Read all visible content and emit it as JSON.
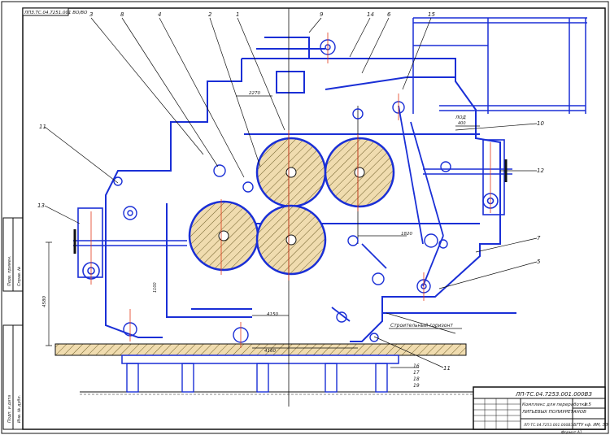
{
  "drawing": {
    "stamp_top": "ЛПЗ.ТС.04.7251.001 ВО/ВО",
    "doc_number": "ЛП-ТС.04.7253.001.000ВЗ",
    "title_line1": "Комплекс для переработки",
    "title_line2": "ЛИТЬЕВЫХ ПОЛИУРЕТАНОВ",
    "sheet_code": "ЛП-ТС.04.7253.001.000ВЗ",
    "scale": "1:5",
    "org_code": "БГТУ кф. ИМ, ЭЭ",
    "format": "Формат А1",
    "floor_note": "Строительный горизонт",
    "left_margin_1": "Перв. примен.",
    "left_margin_2": "Справ. №",
    "left_margin_3": "Подп. и дата",
    "left_margin_4": "Инв. № дубл."
  },
  "callouts": [
    "1",
    "2",
    "3",
    "4",
    "5",
    "6",
    "7",
    "8",
    "9",
    "10",
    "11",
    "12",
    "13",
    "14",
    "15",
    "16",
    "17",
    "18",
    "19"
  ],
  "dimensions": {
    "d1": "2270",
    "d2": "1820",
    "d3": "4160",
    "d4": "4150",
    "d5": "4580",
    "d6": "1100",
    "d7": "400",
    "d8": "ЛОД"
  },
  "colors": {
    "machine": "#1a2fd6",
    "hatch": "#8a7a30",
    "center": "#e23a1a",
    "frame": "#111111"
  }
}
